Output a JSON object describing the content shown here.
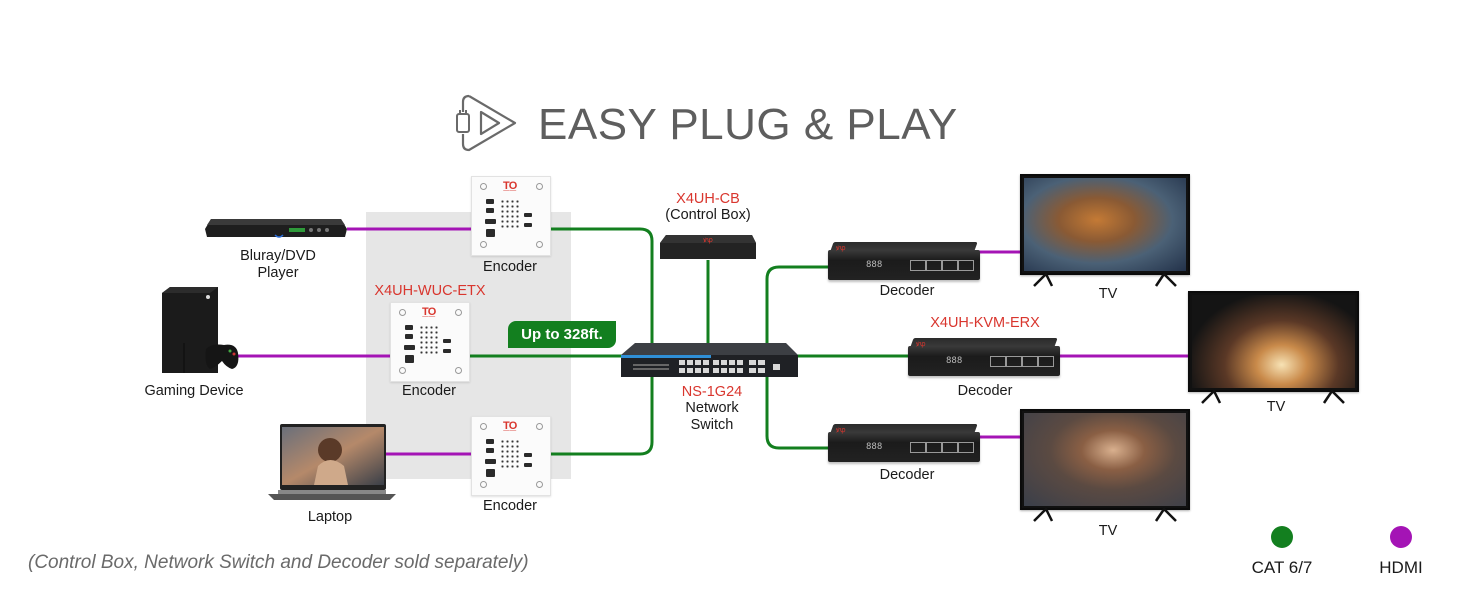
{
  "title": {
    "text": "EASY PLUG & PLAY",
    "icon": "plug-play-icon"
  },
  "colors": {
    "cat": "#137f1f",
    "hdmi": "#a414b5",
    "model_label": "#d9362e",
    "title": "#5e5e5e",
    "shade": "#e6e6e6",
    "badge_bg": "#137f1f"
  },
  "sources": [
    {
      "id": "bluray",
      "label": "Bluray/DVD\nPlayer",
      "label_line1": "Bluray/DVD",
      "label_line2": "Player",
      "icon": "bluray-player-icon"
    },
    {
      "id": "gaming",
      "label": "Gaming Device",
      "icon": "game-console-icon"
    },
    {
      "id": "laptop",
      "label": "Laptop",
      "icon": "laptop-icon"
    }
  ],
  "encoders": {
    "model": "X4UH-WUC-ETX",
    "units": [
      {
        "label": "Encoder"
      },
      {
        "label": "Encoder"
      },
      {
        "label": "Encoder"
      }
    ]
  },
  "distance_badge": "Up to 328ft.",
  "control_box": {
    "model": "X4UH-CB",
    "label": "(Control Box)"
  },
  "switch": {
    "model": "NS-1G24",
    "label_line1": "Network",
    "label_line2": "Switch"
  },
  "decoders": {
    "model": "X4UH-KVM-ERX",
    "units": [
      {
        "label": "Decoder"
      },
      {
        "label": "Decoder"
      },
      {
        "label": "Decoder"
      }
    ]
  },
  "displays": [
    {
      "label": "TV",
      "content": "tiger"
    },
    {
      "label": "TV",
      "content": "rocket-launch"
    },
    {
      "label": "TV",
      "content": "skier-portrait"
    }
  ],
  "footnote": "(Control Box, Network Switch and Decoder sold separately)",
  "legend": [
    {
      "label": "CAT 6/7",
      "color": "#137f1f"
    },
    {
      "label": "HDMI",
      "color": "#a414b5"
    }
  ]
}
